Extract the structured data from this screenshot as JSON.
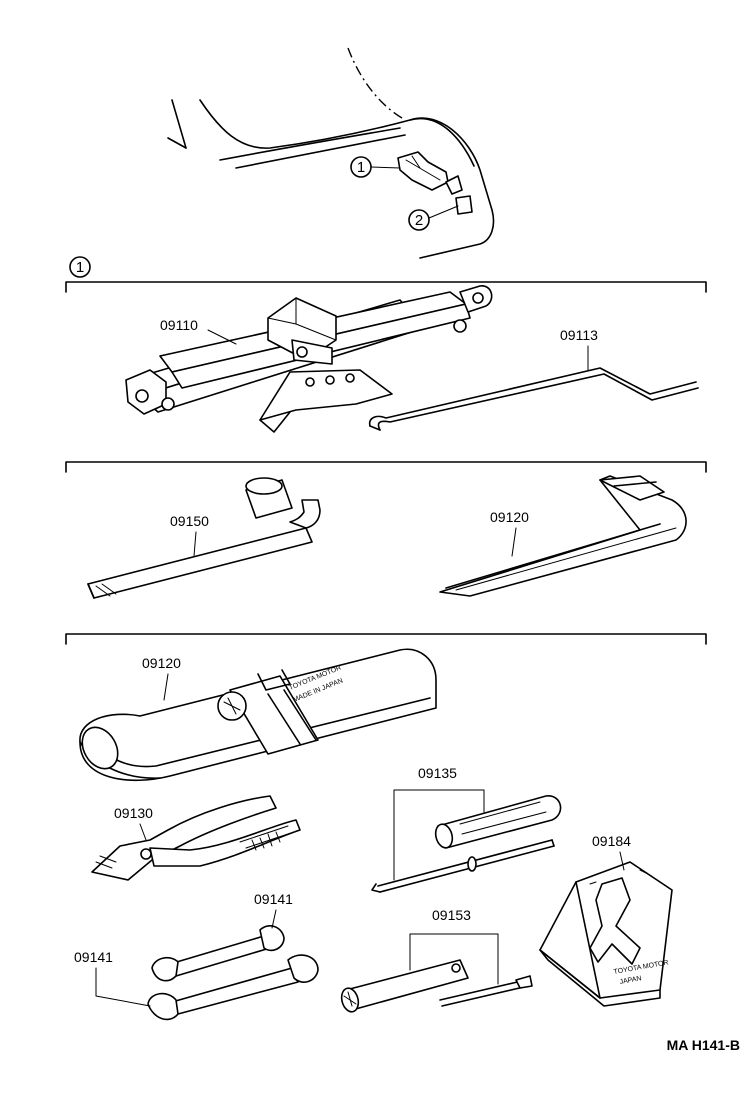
{
  "callouts": {
    "one": "1",
    "two": "2",
    "section": "1"
  },
  "parts": {
    "jack": "09110",
    "jack_handle": "09113",
    "wheel_wrench": "09150",
    "tool_bag_upper": "09120",
    "tool_bag": "09120",
    "pliers": "09130",
    "screwdriver": "09135",
    "wheel_chock": "09184",
    "wrench_upper": "09141",
    "wrench_lower": "09141",
    "plug_wrench": "09153"
  },
  "markings": {
    "bag_line1": "TOYOTA MOTOR",
    "bag_line2": "MADE IN JAPAN",
    "chock_line1": "TOYOTA MOTOR",
    "chock_line2": "JAPAN"
  },
  "figure_code": "MA  H141-B"
}
